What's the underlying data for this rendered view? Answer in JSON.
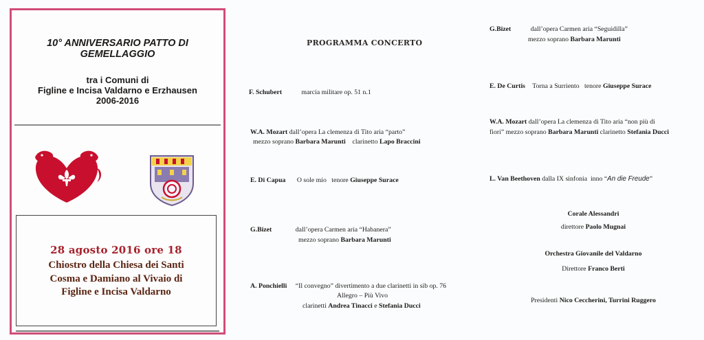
{
  "cover": {
    "title": "10° ANNIVERSARIO PATTO DI GEMELLAGGIO",
    "communes_line1": "tra i Comuni di",
    "communes_line2": "Figline e Incisa Valdarno e Erzhausen",
    "years": "2006-2016",
    "date_time": "28 agosto 2016 ore 18",
    "venue_line1": "Chiostro della Chiesa dei Santi",
    "venue_line2": "Cosma e Damiano al Vivaio di",
    "venue_line3": "Figline e Incisa Valdarno",
    "emblems": [
      "figline-incisa-coat-of-arms-icon",
      "erzhausen-coat-of-arms-icon"
    ],
    "colors": {
      "border": "#d04c78",
      "emblem_red": "#c8102e",
      "date_red": "#a5212c"
    }
  },
  "programme": {
    "heading": "PROGRAMMA CONCERTO",
    "items": [
      {
        "composer": "F. Schubert",
        "line1": "marcia militare op. 51  n.1"
      },
      {
        "composer": "W.A. Mozart",
        "line1": "dall’opera La clemenza di Tito aria “parto”",
        "line2_pre": "mezzo soprano ",
        "line2_name1": "Barbara Marunti",
        "line2_mid": "    clarinetto ",
        "line2_name2": "Lapo Braccini"
      },
      {
        "composer": "E. Di Capua",
        "line1": "O sole mio   tenore ",
        "line1_name": "Giuseppe Surace"
      },
      {
        "composer": "G.Bizet",
        "line1": "dall’opera Carmen aria “Habanera”",
        "line2_pre": "mezzo soprano ",
        "line2_name1": "Barbara Marunti"
      },
      {
        "composer": "A. Ponchielli",
        "line1": "“Il convegno” divertimento a due clarinetti in sib op. 76",
        "line2": "Allegro – Più Vivo",
        "line3_pre": "clarinetti ",
        "line3_name1": "Andrea Tinacci",
        "line3_mid": " e ",
        "line3_name2": "Stefania Ducci"
      },
      {
        "composer": "G.Bizet",
        "line1": "dall’opera Carmen aria “Seguidilla”",
        "line2_pre": "mezzo soprano ",
        "line2_name1": "Barbara Marunti"
      },
      {
        "composer": "E. De Curtis",
        "line1": "Torna a Surriento   tenore ",
        "line1_name": "Giuseppe Surace"
      },
      {
        "composer": "W.A. Mozart",
        "line1": "dall’opera La clemenza di Tito aria “non più di",
        "line2_pre": "fiori” mezzo soprano ",
        "line2_name1": "Barbara Marunti",
        "line2_mid": " clarinetto ",
        "line2_name2": "Stefania Ducci"
      },
      {
        "composer": "L. Van Beethoven",
        "line1": "dalla IX sinfonia  inno “",
        "line1_italic": "An die Freude",
        "line1_end": "”"
      }
    ],
    "credits": {
      "choir": "Corale Alessandri",
      "choir_dir_label": "direttore ",
      "choir_dir_name": "Paolo Mugnai",
      "orchestra": "Orchestra Giovanile del Valdarno",
      "orch_dir_label": "Direttore ",
      "orch_dir_name": "Franco Berti",
      "presidents_label": "Presidenti ",
      "presidents_names": "Nico Ceccherini, Turrini Ruggero"
    }
  }
}
